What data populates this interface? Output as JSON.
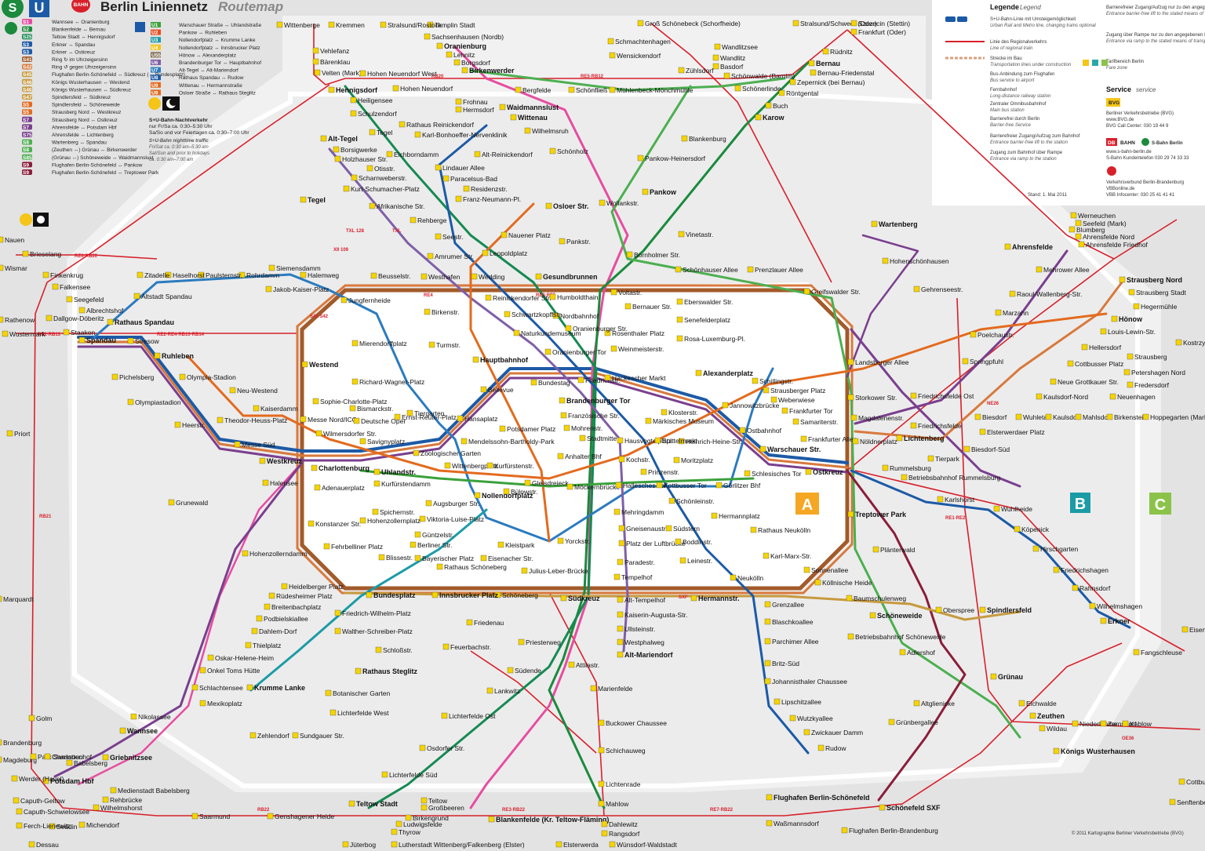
{
  "header": {
    "s_logo": "S",
    "u_logo": "U",
    "db_logo": "BAHN",
    "title": "Berlin Liniennetz",
    "subtitle": "Routemap"
  },
  "legend": {
    "title": "Legende",
    "title_en": "Legend",
    "items": [
      {
        "de": "S+U-Bahn-Linie mit Umsteigemöglichkeit",
        "en": "Urban Rail and Metro line, changing trains optional"
      },
      {
        "de": "Linie des Regionalverkehrs",
        "en": "Line of regional train"
      },
      {
        "de": "Strecke im Bau",
        "en": "Transportation lines under construction"
      },
      {
        "de": "Bus-Anbindung zum Flughafen",
        "en": "Bus service to airport"
      },
      {
        "de": "Fernbahnhof",
        "en": "Long-distance railway station"
      },
      {
        "de": "Zentraler Omnibusbahnhof",
        "en": "Main bus station"
      },
      {
        "de": "Barrierefrei durch Berlin",
        "en": "Barrier-free Service"
      },
      {
        "de": "Barrierefreier Zugang/Aufzug zum Bahnhof",
        "en": "Entrance barrier-free lift to the station"
      },
      {
        "de": "Zugang zum Bahnhof über Rampe",
        "en": "Entrance via ramp to the station"
      }
    ],
    "right_items": [
      {
        "de": "Barrierefreier Zugang/Aufzug nur zu den angegebenen Fahrtrichtungen",
        "en": "Entrance barrier-free lift to the stated means of transportation only"
      },
      {
        "de": "Zugang über Rampe nur zu den angegebenen Fahrtrichtungen",
        "en": "Entrance via ramp to the stated means of transportation only"
      },
      {
        "de": "Tarifbereich Berlin",
        "en": "Fare zone"
      }
    ],
    "service_title": "Service",
    "service_en": "service",
    "bvg": "BVG",
    "bvg_lines": [
      "Berliner Verkehrsbetriebe (BVG)",
      "www.BVG.de",
      "BVG Call Center: 030 19 44 9"
    ],
    "db": "DB",
    "db_text": "BAHN",
    "sbahn_text": "S-Bahn Berlin",
    "db_lines": [
      "www.s-bahn-berlin.de",
      "S-Bahn Kundentelefon 030 29 74 33 33"
    ],
    "vbb_lines": [
      "Verkehrsverbund Berlin-Brandenburg",
      "VBBonline.de",
      "VBB Infocenter: 030 25 41 41 41"
    ],
    "stand": "Stand: 1. Mai 2011",
    "copyright": "© 2011 Kartographie Berliner Verkehrsbetriebe (BVG)"
  },
  "sbahn_lines": [
    {
      "id": "S1",
      "route": "Wannsee ↔ Oranienburg"
    },
    {
      "id": "S2",
      "route": "Blankenfelde ↔ Bernau"
    },
    {
      "id": "S25",
      "route": "Teltow Stadt ↔ Hennigsdorf"
    },
    {
      "id": "S3",
      "route": "Erkner ↔ Spandau"
    },
    {
      "id": "S3",
      "route": "Erkner ↔ Ostkreuz"
    },
    {
      "id": "S41",
      "route": "Ring ↻ im Uhrzeigersinn"
    },
    {
      "id": "S42",
      "route": "Ring ↺ gegen Uhrzeigersinn"
    },
    {
      "id": "S45",
      "route": "Flughafen Berlin-Schönefeld ↔ Südkreuz (↔ Bundesplatz)"
    },
    {
      "id": "S46",
      "route": "Königs Wusterhausen ↔ Westend"
    },
    {
      "id": "S46",
      "route": "Königs Wusterhausen ↔ Südkreuz"
    },
    {
      "id": "S47",
      "route": "Spindlersfeld ↔ Südkreuz"
    },
    {
      "id": "S5",
      "route": "Spindlersfeld ↔ Schöneweide"
    },
    {
      "id": "S5",
      "route": "Strausberg Nord ↔ Westkreuz"
    },
    {
      "id": "S7",
      "route": "Strausberg Nord ↔ Ostkreuz"
    },
    {
      "id": "S7",
      "route": "Ahrensfelde ↔ Potsdam Hbf"
    },
    {
      "id": "S75",
      "route": "Ahrensfelde ↔ Lichtenberg"
    },
    {
      "id": "S8",
      "route": "Wartenberg ↔ Spandau"
    },
    {
      "id": "S8",
      "route": "(Zeuthen ↔) Grünau ↔ Birkenwerder"
    },
    {
      "id": "S85",
      "route": "(Grünau ↔) Schöneweide ↔ Waidmannslust"
    },
    {
      "id": "S9",
      "route": "Flughafen Berlin-Schönefeld ↔ Pankow"
    },
    {
      "id": "S9",
      "route": "Flughafen Berlin-Schönefeld ↔ Treptower Park"
    }
  ],
  "ubahn_lines": [
    {
      "id": "U1",
      "route": "Warschauer Straße ↔ Uhlandstraße"
    },
    {
      "id": "U2",
      "route": "Pankow ↔ Ruhleben"
    },
    {
      "id": "U3",
      "route": "Nollendorfplatz ↔ Krumme Lanke"
    },
    {
      "id": "U4",
      "route": "Nollendorfplatz ↔ Innsbrucker Platz"
    },
    {
      "id": "U55",
      "route": "Hönow ↔ Alexanderplatz"
    },
    {
      "id": "U6",
      "route": "Brandenburger Tor ↔ Hauptbahnhof"
    },
    {
      "id": "U7",
      "route": "Alt-Tegel ↔ Alt-Mariendorf"
    },
    {
      "id": "U8",
      "route": "Rathaus Spandau ↔ Rudow"
    },
    {
      "id": "U9",
      "route": "Wittenau ↔ Hermannstraße"
    },
    {
      "id": "U9",
      "route": "Osloer Straße ↔ Rathaus Steglitz"
    }
  ],
  "night": {
    "title": "S+U-Bahn-Nachtverkehr",
    "l1": "nur Fr/Sa ca. 0:30–5:30 Uhr",
    "l2": "Sa/So und vor Feiertagen ca. 0:30–7:00 Uhr",
    "title_en": "S+U-Bahn nighttime traffic",
    "l3": "Fri/Sat ca. 0:30 am–5:30 am",
    "l4": "Sat/Sun and prior to holidays",
    "l5": "ca. 0:30 am–7:00 am"
  },
  "zones": {
    "a": "A",
    "b": "B",
    "c": "C"
  },
  "stations": {
    "s001": "Oranienburg",
    "s002": "Lehnitz",
    "s003": "Borgsdorf",
    "s004": "Birkenwerder",
    "s005": "Hohen Neuendorf",
    "s006": "Frohnau",
    "s007": "Hermsdorf",
    "s008": "Waidmannslust",
    "s009": "Wittenau",
    "s010": "Wilhelmsruh",
    "s011": "Schönholz",
    "s012": "Bergfelde",
    "s013": "Schönfließ",
    "s014": "Mühlenbeck-Mönchmühle",
    "s015": "Blankenburg",
    "s016": "Pankow-Heinersdorf",
    "s017": "Pankow",
    "s018": "Wollankstr.",
    "s019": "Bernau",
    "s020": "Bernau-Friedenstal",
    "s021": "Zepernick (bei Bernau)",
    "s022": "Röntgental",
    "s023": "Buch",
    "s024": "Karow",
    "s025": "Hennigsdorf",
    "s026": "Heiligensee",
    "s027": "Schulzendorf",
    "s028": "Tegel",
    "s029": "Eichborndamm",
    "s030": "Alt-Tegel",
    "s031": "Borsigwerke",
    "s032": "Holzhauser Str.",
    "s033": "Otisstr.",
    "s034": "Scharnweberstr.",
    "s035": "Kurt-Schumacher-Platz",
    "s036": "Afrikanische Str.",
    "s037": "Rehberge",
    "s038": "Seestr.",
    "s039": "Amrumer Str.",
    "s040": "Westhafen",
    "s041": "Wedding",
    "s042": "Leopoldplatz",
    "s043": "Nauener Platz",
    "s044": "Osloer Str.",
    "s045": "Pankstr.",
    "s046": "Gesundbrunnen",
    "s047": "Bornholmer Str.",
    "s048": "Vinetastr.",
    "s049": "Schönhauser Allee",
    "s050": "Prenzlauer Allee",
    "s051": "Greifswalder Str.",
    "s052": "Tegel",
    "s053": "Beusselstr.",
    "s054": "Jungfernheide",
    "s055": "Siemensdamm",
    "s056": "Halemweg",
    "s057": "Jakob-Kaiser-Platz",
    "s058": "Rohrdamm",
    "s059": "Paulsternstr.",
    "s060": "Haselhorst",
    "s061": "Zitadelle",
    "s062": "Altstadt Spandau",
    "s063": "Rathaus Spandau",
    "s064": "Spandau",
    "s065": "Stresow",
    "s066": "Pichelsberg",
    "s067": "Olympiastadion",
    "s068": "Ruhleben",
    "s069": "Olympia-Stadion",
    "s070": "Neu-Westend",
    "s071": "Westend",
    "s072": "Theodor-Heuss-Platz",
    "s073": "Kaiserdamm",
    "s074": "Heerstr.",
    "s075": "Messe Süd",
    "s076": "Messe Nord/ICC",
    "s077": "Westkreuz",
    "s078": "Halensee",
    "s079": "Grunewald",
    "s080": "Mierendorffplatz",
    "s081": "Richard-Wagner-Platz",
    "s082": "Sophie-Charlotte-Platz",
    "s083": "Bismarckstr.",
    "s084": "Deutsche Oper",
    "s085": "Wilmersdorfer Str.",
    "s086": "Charlottenburg",
    "s087": "Savignyplatz",
    "s088": "Ernst-Reuter-Platz",
    "s089": "Tiergarten",
    "s090": "Zoologischer Garten",
    "s091": "Uhlandstr.",
    "s092": "Kurfürstendamm",
    "s093": "Wittenbergplatz",
    "s094": "Nollendorfplatz",
    "s095": "Kurfürstenstr.",
    "s096": "Gleisdreieck",
    "s097": "Bülowstr.",
    "s098": "Hansaplatz",
    "s099": "Bellevue",
    "s100": "Hauptbahnhof",
    "s101": "Bundestag",
    "s102": "Friedrichstr.",
    "s103": "Brandenburger Tor",
    "s104": "Französische Str.",
    "s105": "Potsdamer Platz",
    "s106": "Mendelssohn-Bartholdy-Park",
    "s107": "Anhalter Bhf",
    "s108": "Möckernbrücke",
    "s109": "Hallesches Tor",
    "s110": "Kottbusser Tor",
    "s111": "Görlitzer Bhf",
    "s112": "Schönleinstr.",
    "s113": "Hermannplatz",
    "s114": "Mehringdamm",
    "s115": "Platz der Luftbrücke",
    "s116": "Paradestr.",
    "s117": "Tempelhof",
    "s118": "Gneisenaustr.",
    "s119": "Südstern",
    "s120": "Boddinstr.",
    "s121": "Leinestr.",
    "s122": "Hermannstr.",
    "s123": "Rathaus Neukölln",
    "s124": "Karl-Marx-Str.",
    "s125": "Neukölln",
    "s126": "Alexanderplatz",
    "s127": "Hackescher Markt",
    "s128": "Jannowitzbrücke",
    "s129": "Klosterstr.",
    "s130": "Märkisches Museum",
    "s131": "Heinrich-Heine-Str.",
    "s132": "Moritzplatz",
    "s133": "Prinzenstr.",
    "s134": "Hausvogteiplatz",
    "s135": "Spittelmarkt",
    "s136": "Stadtmitte",
    "s137": "Kochstr.",
    "s138": "Mohrenstr.",
    "s139": "Ostbahnhof",
    "s140": "Warschauer Str.",
    "s141": "Schlesisches Tor",
    "s142": "Ostkreuz",
    "s143": "Frankfurter Allee",
    "s144": "Samariterstr.",
    "s145": "Frankfurter Tor",
    "s146": "Weberwiese",
    "s147": "Strausberger Platz",
    "s148": "Schillingstr.",
    "s149": "Rosa-Luxemburg-Pl.",
    "s150": "Weinmeisterstr.",
    "s151": "Rosenthaler Platz",
    "s152": "Bernauer Str.",
    "s153": "Voltastr.",
    "s154": "Humboldthain",
    "s155": "Nordbahnhof",
    "s156": "Oranienburger Str.",
    "s157": "Oranienburger Tor",
    "s158": "Naturkundemuseum",
    "s159": "Schwartzkopffstr.",
    "s160": "Reinickendorfer Str.",
    "s161": "Birkenstr.",
    "s162": "Turmstr.",
    "s163": "Eberswalder Str.",
    "s164": "Senefelderplatz",
    "s165": "Landsberger Allee",
    "s166": "Storkower Str.",
    "s167": "Magdalenenstr.",
    "s168": "Lichtenberg",
    "s169": "Nöldnerplatz",
    "s170": "Rummelsburg",
    "s171": "Betriebsbahnhof Rummelsburg",
    "s172": "Treptower Park",
    "s173": "Plänterwald",
    "s174": "Sonnenallee",
    "s175": "Köllnische Heide",
    "s176": "Baumschulenweg",
    "s177": "Schöneweide",
    "s178": "Betriebsbahnhof Schöneweide",
    "s179": "Oberspree",
    "s180": "Spindlersfeld",
    "s181": "Adlershof",
    "s182": "Altglienicke",
    "s183": "Grünbergallee",
    "s184": "Grünau",
    "s185": "Eichwalde",
    "s186": "Zeuthen",
    "s187": "Wildau",
    "s188": "Königs Wusterhausen",
    "s189": "Flughafen Berlin-Schönefeld",
    "s190": "Schönefeld SXF",
    "s191": "Waßmannsdorf",
    "s192": "Flughafen Berlin-Brandenburg",
    "s193": "Wartenberg",
    "s194": "Hohenschönhausen",
    "s195": "Gehrenseestr.",
    "s196": "Ahrensfelde",
    "s197": "Mehrower Allee",
    "s198": "Raoul-Wallenberg-Str.",
    "s199": "Marzahn",
    "s200": "Poelchaustr.",
    "s201": "Springpfuhl",
    "s202": "Friedrichsfelde Ost",
    "s203": "Friedrichsfelde",
    "s204": "Tierpark",
    "s205": "Biesdorf",
    "s206": "Elsterwerdaer Platz",
    "s207": "Biesdorf-Süd",
    "s208": "Wuhletal",
    "s209": "Kaulsdorf",
    "s210": "Mahlsdorf",
    "s211": "Birkenstein",
    "s212": "Hoppegarten (Mark)",
    "s213": "Kaulsdorf-Nord",
    "s214": "Neue Grottkauer Str.",
    "s215": "Cottbusser Platz",
    "s216": "Hellersdorf",
    "s217": "Louis-Lewin-Str.",
    "s218": "Hönow",
    "s219": "Neuenhagen",
    "s220": "Fredersdorf",
    "s221": "Petershagen Nord",
    "s222": "Strausberg",
    "s223": "Hegermühle",
    "s224": "Strausberg Stadt",
    "s225": "Strausberg Nord",
    "s226": "Karlshorst",
    "s227": "Wuhlheide",
    "s228": "Köpenick",
    "s229": "Hirschgarten",
    "s230": "Friedrichshagen",
    "s231": "Rahnsdorf",
    "s232": "Wilhelmshagen",
    "s233": "Erkner",
    "s234": "Fangschleuse",
    "s235": "Werneuchen",
    "s236": "Seefeld (Mark)",
    "s237": "Blumberg",
    "s238": "Ahrensfelde Nord",
    "s239": "Ahrensfelde Friedhof",
    "s240": "Südkreuz",
    "s241": "Schöneberg",
    "s242": "Innsbrucker Platz",
    "s243": "Bundesplatz",
    "s244": "Heidelberger Platz",
    "s245": "Rüdesheimer Platz",
    "s246": "Breitenbachplatz",
    "s247": "Podbielskiallee",
    "s248": "Dahlem-Dorf",
    "s249": "Thielplatz",
    "s250": "Oskar-Helene-Heim",
    "s251": "Onkel Toms Hütte",
    "s252": "Krumme Lanke",
    "s253": "Schlachtensee",
    "s254": "Mexikoplatz",
    "s255": "Nikolassee",
    "s256": "Wannsee",
    "s257": "Zehlendorf",
    "s258": "Sundgauer Str.",
    "s259": "Lichterfelde West",
    "s260": "Botanischer Garten",
    "s261": "Rathaus Steglitz",
    "s262": "Schloßstr.",
    "s263": "Walther-Schreiber-Platz",
    "s264": "Friedrich-Wilhelm-Platz",
    "s265": "Feuerbachstr.",
    "s266": "Friedenau",
    "s267": "Priesterweg",
    "s268": "Südende",
    "s269": "Lankwitz",
    "s270": "Lichterfelde Ost",
    "s271": "Osdorfer Str.",
    "s272": "Lichterfelde Süd",
    "s273": "Teltow Stadt",
    "s274": "Attilastr.",
    "s275": "Marienfelde",
    "s276": "Buckower Chaussee",
    "s277": "Schichauweg",
    "s278": "Lichtenrade",
    "s279": "Mahlow",
    "s280": "Blankenfelde (Kr. Teltow-Fläming)",
    "s281": "Alt-Tempelhof",
    "s282": "Kaiserin-Augusta-Str.",
    "s283": "Ullsteinstr.",
    "s284": "Westphalweg",
    "s285": "Alt-Mariendorf",
    "s286": "Grenzallee",
    "s287": "Blaschkoallee",
    "s288": "Parchimer Allee",
    "s289": "Britz-Süd",
    "s290": "Johannisthaler Chaussee",
    "s291": "Lipschitzallee",
    "s292": "Wutzkyallee",
    "s293": "Zwickauer Damm",
    "s294": "Rudow",
    "s295": "Yorckstr.",
    "s296": "Kleistpark",
    "s297": "Eisenacher Str.",
    "s298": "Bayerischer Platz",
    "s299": "Rathaus Schöneberg",
    "s300": "Viktoria-Luise-Platz",
    "s301": "Güntzelstr.",
    "s302": "Berliner Str.",
    "s303": "Blissestr.",
    "s304": "Fehrbelliner Platz",
    "s305": "Hohenzollernplatz",
    "s306": "Spichernstr.",
    "s307": "Augsburger Str.",
    "s308": "Konstanzer Str.",
    "s309": "Adenauerplatz",
    "s310": "Hohenzollerndamm",
    "s311": "Julius-Leber-Brücke",
    "s312": "Griebnitzsee",
    "s313": "Babelsberg",
    "s314": "Potsdam Hbf",
    "s315": "Medienstadt Babelsberg",
    "s316": "Rehbrücke",
    "s317": "Wilhelmshorst",
    "s318": "Michendorf",
    "s319": "Seddin",
    "s320": "Golm",
    "s321": "Karl-Bonhoeffer-Nervenklinik",
    "s322": "Rathaus Reinickendorf",
    "s323": "Alt-Reinickendorf",
    "s324": "Lindauer Allee",
    "s325": "Paracelsus-Bad",
    "s326": "Residenzstr.",
    "s327": "Franz-Neumann-Pl.",
    "s328": "Dallgow-Döberitz",
    "s329": "Seegefeld",
    "s330": "Albrechtshof",
    "s331": "Falkensee",
    "s332": "Finkenkrug",
    "s333": "Staaken",
    "s334": "Brieselang",
    "s335": "Nauen",
    "s336": "Priort",
    "s337": "Marquardt",
    "s338": "Wustermark",
    "s339": "Rathenow",
    "s340": "Wismar",
    "s341": "Velten (Mark)",
    "s342": "Bärenklau",
    "s343": "Vehlefanz",
    "s344": "Wittenberge",
    "s345": "Kremmen",
    "s346": "Templin Stadt",
    "s347": "Stralsund/Rostock",
    "s348": "Sachsenhausen (Nordb)",
    "s349": "Schmachtenhagen",
    "s350": "Wensickendorf",
    "s351": "Zühlsdorf",
    "s352": "Basdorf",
    "s353": "Wandlitz",
    "s354": "Wandlitzsee",
    "s355": "Schönwalde (Barnim)",
    "s356": "Schönerlinde",
    "s357": "Groß Schönebeck (Schorfheide)",
    "s358": "Rüdnitz",
    "s359": "Stralsund/Schwedt (Oder)",
    "s360": "Szczecin (Stettin)",
    "s361": "Frankfurt (Oder)",
    "s362": "Kostrzyn (Küstrin)",
    "s363": "Teltow",
    "s364": "Großbeeren",
    "s365": "Birkengrund",
    "s366": "Ludwigsfelde",
    "s367": "Thyrow",
    "s368": "Dahlewitz",
    "s369": "Rangsdorf",
    "s370": "Saarmund",
    "s371": "Genshagener Heide",
    "s372": "Caputh-Geltow",
    "s373": "Caputh-Schwielowsee",
    "s374": "Ferch-Lienewitz",
    "s375": "Werder (Havel)",
    "s376": "Brandenburg",
    "s377": "Magdeburg",
    "s378": "Park Sanssouci",
    "s379": "Charlottenhof",
    "s380": "Jüterbog",
    "s381": "Lutherstadt Wittenberg/Falkenberg (Elster)",
    "s382": "Elsterwerda",
    "s383": "Wünsdorf-Waldstadt",
    "s384": "Dessau",
    "s385": "Cottbus",
    "s386": "Senftenberg",
    "s387": "Niederlehme",
    "s388": "Zernsdorf",
    "s389": "Kablow",
    "s390": "Hohen Neuendorf West",
    "s391": "Eisenhüttenstadt"
  },
  "route_labels": {
    "re5rb12": "RE5·RB12",
    "rb20": "RB20",
    "re6rb20": "RE6·RB20",
    "re4": "RE4",
    "re2rb13": "RE2·RB13",
    "re4rb10": "RE2·RE4·RB10·RB14",
    "rb22": "RB22",
    "re3rb22": "RE3·RB22",
    "re7rb22": "RE7·RB22",
    "re1re2": "RE1·RE2",
    "ne26": "NE26",
    "oe36": "OE36",
    "rb21": "RB21",
    "re3re5": "RE3·RE5",
    "txl128": "TXL 128",
    "txl": "TXL",
    "x9109": "X9 109",
    "sxf": "SXF",
    "s41s42": "S41 S42"
  }
}
